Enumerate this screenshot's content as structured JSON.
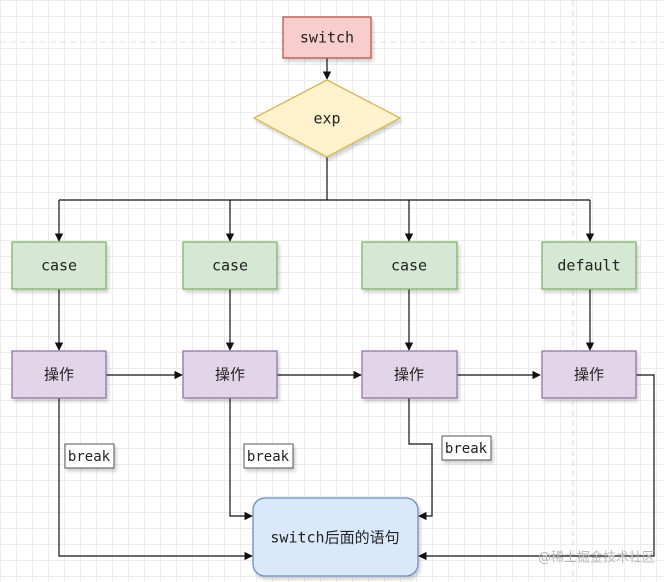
{
  "diagram": {
    "start": "switch",
    "condition": "exp",
    "cases": [
      "case",
      "case",
      "case",
      "default"
    ],
    "actions": [
      "操作",
      "操作",
      "操作",
      "操作"
    ],
    "break_labels": [
      "break",
      "break",
      "break"
    ],
    "end": "switch后面的语句",
    "watermark": "@稀土掘金技术社区"
  },
  "colors": {
    "start_fill": "#f8cecc",
    "start_stroke": "#b85450",
    "cond_fill": "#fff2cc",
    "cond_stroke": "#d6b656",
    "case_fill": "#d5e8d4",
    "case_stroke": "#82b366",
    "action_fill": "#e1d5e7",
    "action_stroke": "#9673a6",
    "end_fill": "#dae8fc",
    "end_stroke": "#6c8ebf"
  }
}
